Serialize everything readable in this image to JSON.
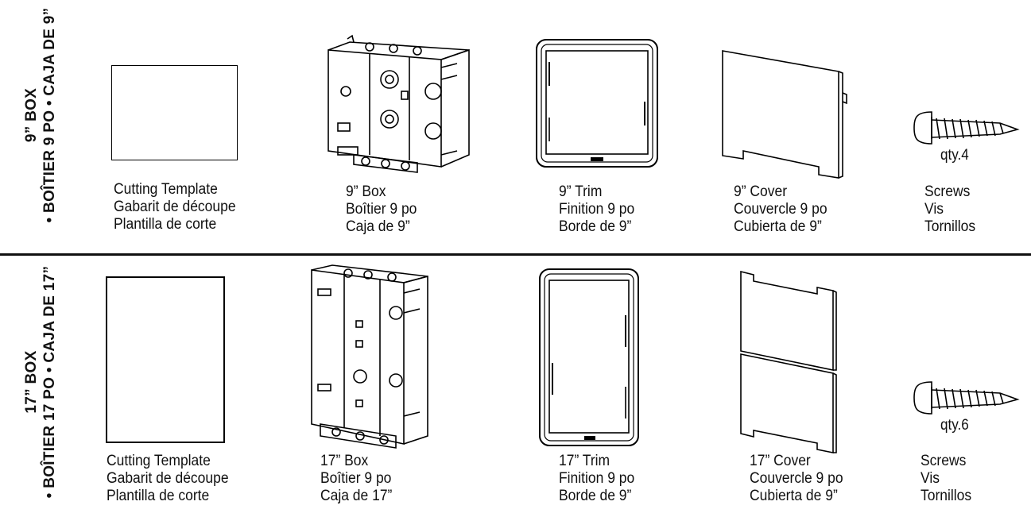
{
  "sections": [
    {
      "id": "9",
      "side_label": {
        "line1": "9” BOX",
        "line2": "• BOÎTIER 9 PO • CAJA DE 9”"
      },
      "template": {
        "line1": "Cutting Template",
        "line2": "Gabarit de découpe",
        "line3": "Plantilla de corte"
      },
      "box": {
        "line1": "9” Box",
        "line2": "Boîtier 9 po",
        "line3": "Caja de 9”"
      },
      "trim": {
        "line1": "9” Trim",
        "line2": "Finition 9 po",
        "line3": "Borde de 9”"
      },
      "cover": {
        "line1": "9” Cover",
        "line2": "Couvercle 9 po",
        "line3": "Cubierta de 9”"
      },
      "screws": {
        "line1": "Screws",
        "line2": "Vis",
        "line3": "Tornillos",
        "qty": "qty.4"
      }
    },
    {
      "id": "17",
      "side_label": {
        "line1": "17” BOX",
        "line2": "• BOÎTIER 17 PO • CAJA DE 17”"
      },
      "template": {
        "line1": "Cutting Template",
        "line2": "Gabarit de découpe",
        "line3": "Plantilla de corte"
      },
      "box": {
        "line1": "17” Box",
        "line2": "Boîtier 9 po",
        "line3": "Caja de 17”"
      },
      "trim": {
        "line1": "17” Trim",
        "line2": "Finition 9 po",
        "line3": "Borde de 9”"
      },
      "cover": {
        "line1": "17” Cover",
        "line2": "Couvercle 9 po",
        "line3": "Cubierta de 9”"
      },
      "screws": {
        "line1": "Screws",
        "line2": "Vis",
        "line3": "Tornillos",
        "qty": "qty.6"
      }
    }
  ],
  "icons": {
    "box": "recessed-box-icon",
    "trim": "trim-ring-icon",
    "cover": "cover-plate-icon",
    "screw": "screw-icon"
  }
}
